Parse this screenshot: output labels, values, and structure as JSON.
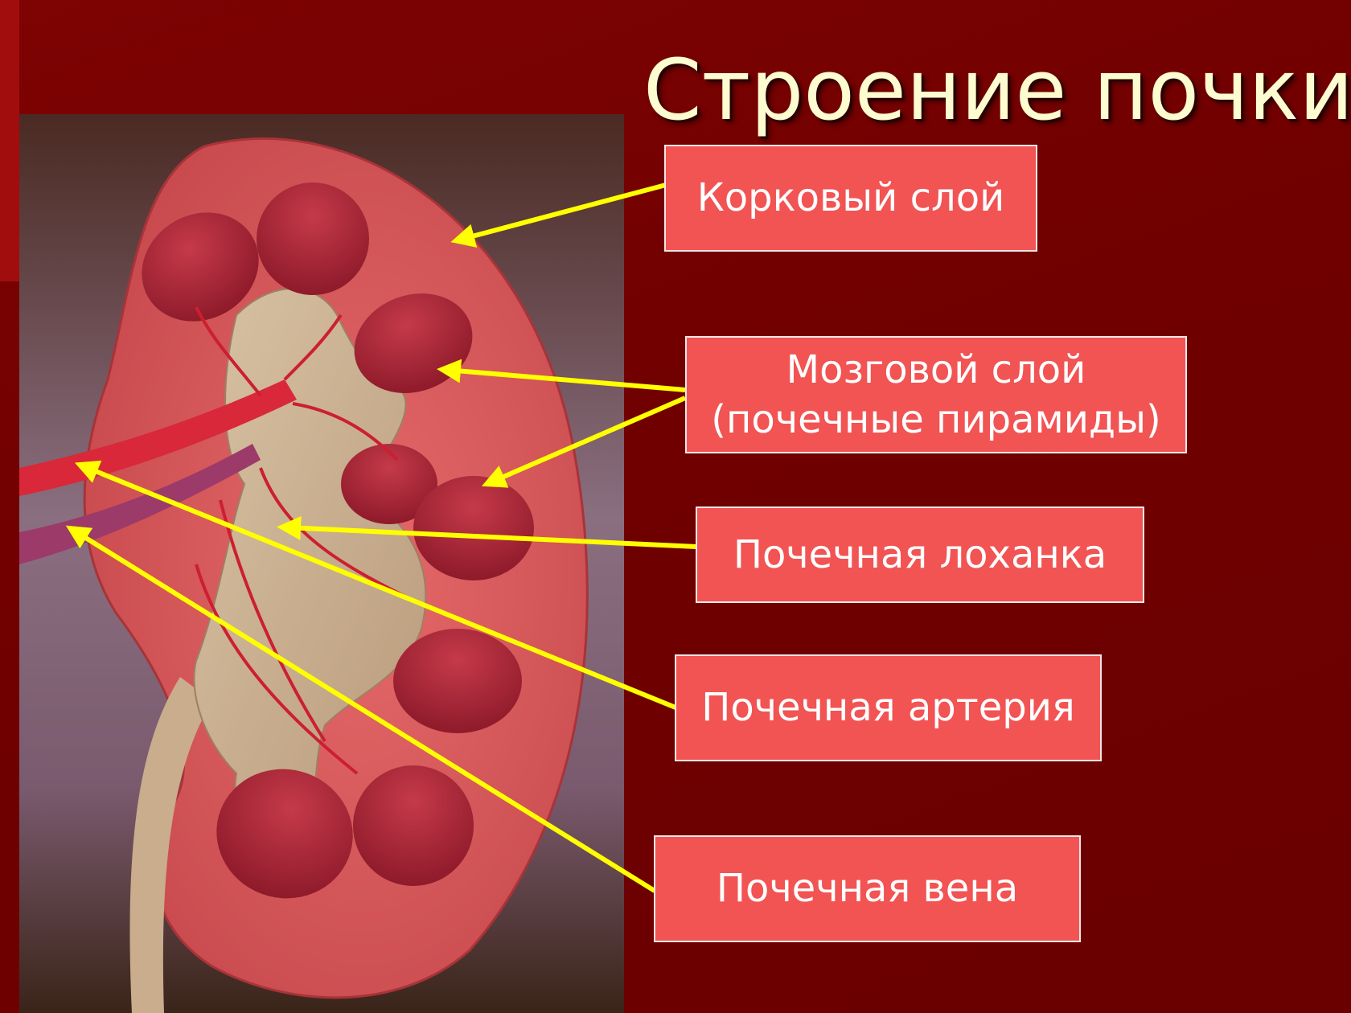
{
  "slide": {
    "title": "Строение почки"
  },
  "labels": {
    "cortex": "Корковый слой",
    "medulla_line1": "Мозговой слой",
    "medulla_line2": "(почечные пирамиды)",
    "pelvis": "Почечная лоханка",
    "artery": "Почечная артерия",
    "vein": "Почечная вена"
  },
  "colors": {
    "background": "#700000",
    "label_box": "#f25353",
    "arrow": "#ffff00",
    "title_text": "#fdfbd0"
  }
}
